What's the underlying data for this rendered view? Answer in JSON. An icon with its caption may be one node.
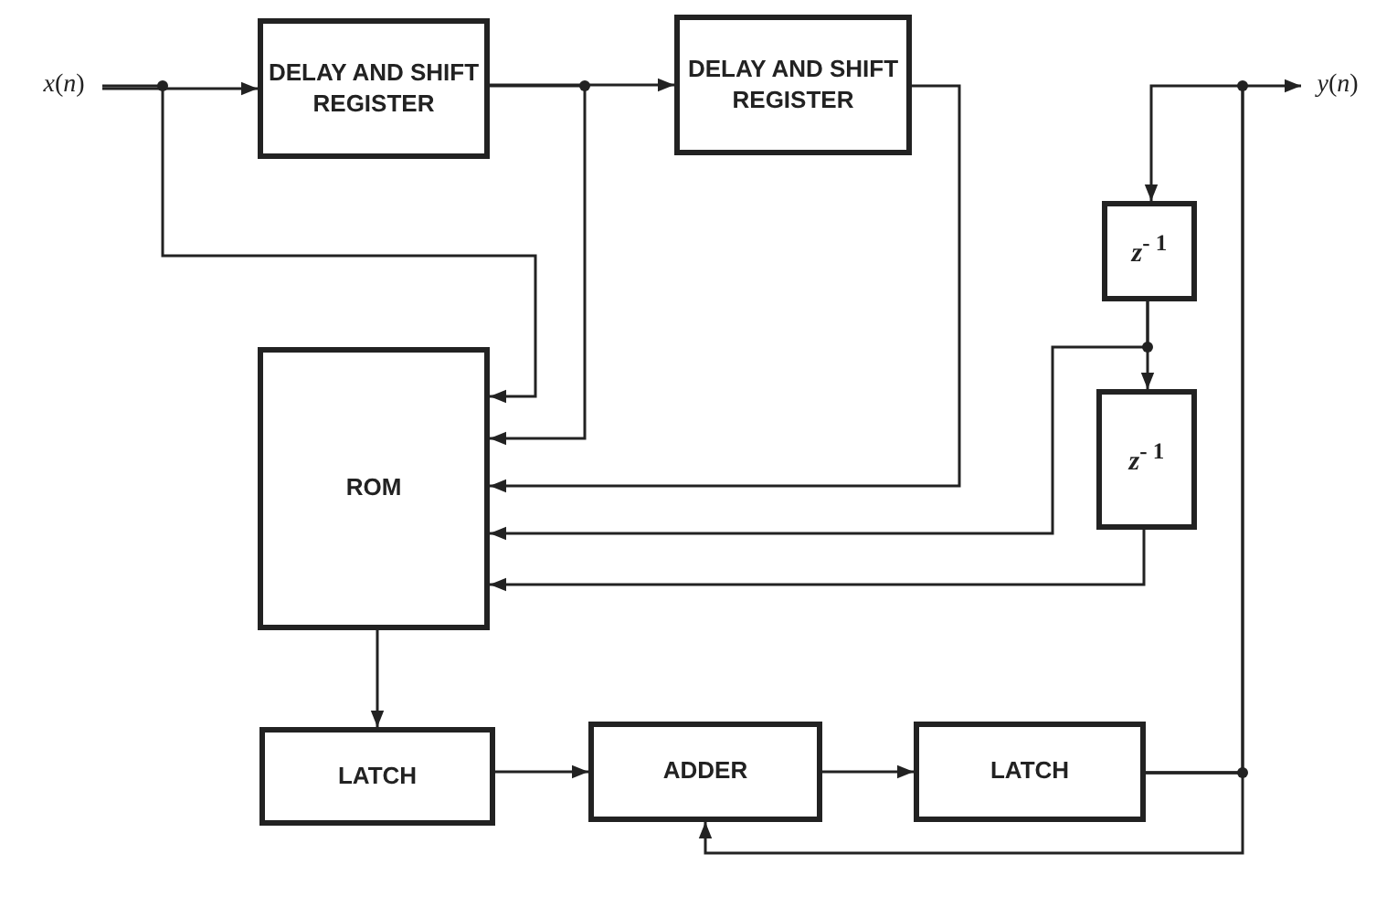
{
  "diagram": {
    "nodes": [
      {
        "text": [
          "*x*(*n*)"
        ]
      },
      {
        "text": [
          "DELAY AND SHIFT REGISTER"
        ]
      },
      {
        "text": [
          "DELAY AND SHIFT REGISTER"
        ]
      },
      {
        "text": [
          "ROM"
        ]
      },
      {
        "text": [
          "*z*$^{- 1}$"
        ]
      },
      {
        "text": [
          "*z*$^{- 1}$"
        ]
      },
      {
        "text": [
          "LATCH"
        ]
      },
      {
        "text": [
          "ADDER"
        ]
      },
      {
        "text": [
          "LATCH"
        ]
      },
      {
        "text": [
          "*y*(*n*)"
        ]
      }
    ],
    "edges": [
      {
        "from": 0,
        "to": 1,
        "arrow": "to"
      },
      {
        "from": 0,
        "to": 3,
        "arrow": "to"
      },
      {
        "from": 1,
        "to": 2,
        "arrow": "to"
      },
      {
        "from": 1,
        "to": 3,
        "arrow": "to"
      },
      {
        "from": 2,
        "to": 3,
        "arrow": "to"
      },
      {
        "from": 8,
        "to": 9,
        "arrow": "to"
      },
      {
        "from": 8,
        "to": 7,
        "arrow": "to"
      },
      {
        "from": 8,
        "to": 4,
        "arrow": "to"
      },
      {
        "from": 4,
        "to": 5,
        "arrow": "to"
      },
      {
        "from": 4,
        "to": 3,
        "arrow": "to"
      },
      {
        "from": 5,
        "to": 3,
        "arrow": "to"
      },
      {
        "from": 3,
        "to": 6,
        "arrow": "to"
      },
      {
        "from": 6,
        "to": 7,
        "arrow": "to"
      },
      {
        "from": 7,
        "to": 8,
        "arrow": "to"
      }
    ]
  }
}
